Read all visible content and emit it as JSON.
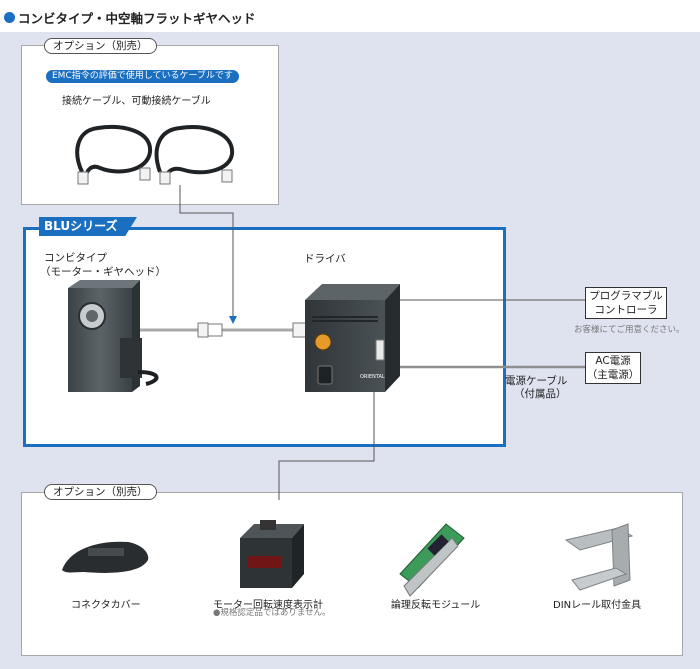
{
  "title": "コンビタイプ・中空軸フラットギヤヘッド",
  "top_option": {
    "pill": "オプション（別売）",
    "emc_badge": "EMC指令の評価で使用しているケーブルです",
    "cable_label": "接続ケーブル、可動接続ケーブル"
  },
  "blu": {
    "tab": "BLUシリーズ",
    "motor_label_1": "コンビタイプ",
    "motor_label_2": "（モーター・ギヤヘッド）",
    "driver_label": "ドライバ",
    "driver_brand": "ORIENTAL"
  },
  "right": {
    "controller_line1": "プログラマブル",
    "controller_line2": "コントローラ",
    "controller_note": "お客様にてご用意ください。",
    "power_line1": "AC電源",
    "power_line2": "（主電源）",
    "power_cable_line1": "電源ケーブル",
    "power_cable_line2": "（付属品）"
  },
  "bottom_option": {
    "pill": "オプション（別売）",
    "items": [
      {
        "label": "コネクタカバー"
      },
      {
        "label": "モーター回転速度表示計",
        "note": "●規格認定品ではありません。"
      },
      {
        "label": "論理反転モジュール"
      },
      {
        "label": "DINレール取付金具"
      }
    ]
  },
  "colors": {
    "accent": "#1a6fc0",
    "background": "#dfe3f0",
    "connector_line": "#555555"
  }
}
